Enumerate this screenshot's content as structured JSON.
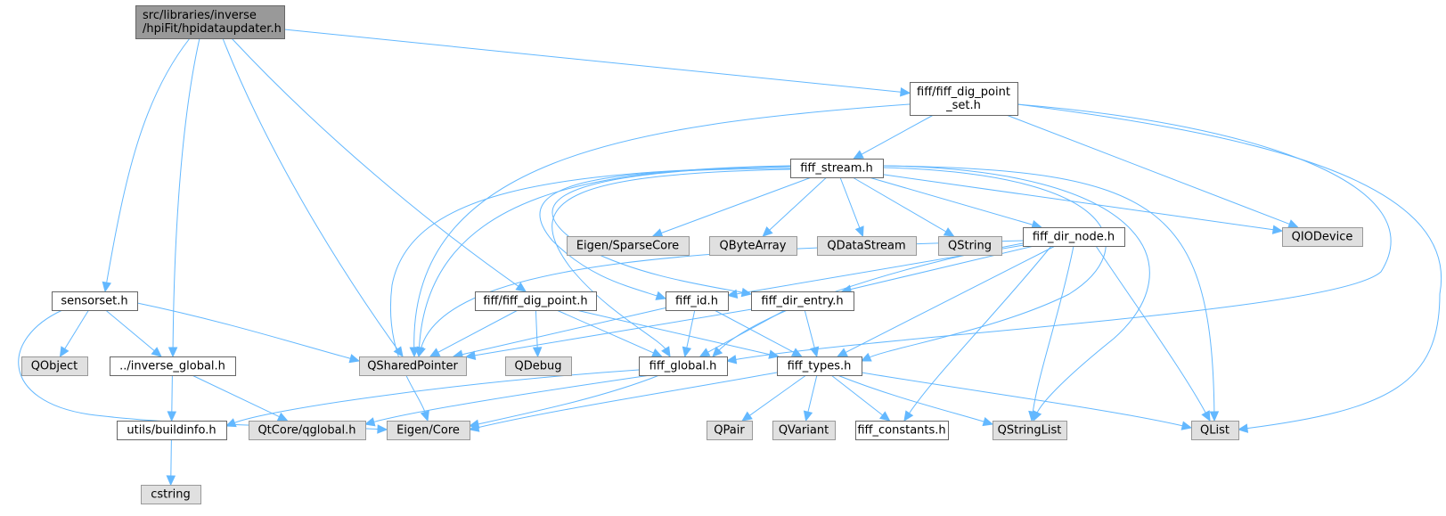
{
  "diagram": {
    "type": "include-dependency-graph",
    "colors": {
      "edge": "#63b8ff",
      "root_fill": "#999999",
      "root_stroke": "#666666",
      "file_fill": "#ffffff",
      "file_stroke": "#666666",
      "external_fill": "#e0e0e0",
      "external_stroke": "#999999"
    },
    "nodes": [
      {
        "id": "root",
        "lines": [
          "src/libraries/inverse",
          "/hpiFit/hpidataupdater.h"
        ],
        "kind": "root"
      },
      {
        "id": "digpointset",
        "lines": [
          "fiff/fiff_dig_point",
          "_set.h"
        ],
        "kind": "file"
      },
      {
        "id": "stream",
        "lines": [
          "fiff_stream.h"
        ],
        "kind": "file"
      },
      {
        "id": "sparsecore",
        "lines": [
          "Eigen/SparseCore"
        ],
        "kind": "external"
      },
      {
        "id": "qbytearray",
        "lines": [
          "QByteArray"
        ],
        "kind": "external"
      },
      {
        "id": "qdatastream",
        "lines": [
          "QDataStream"
        ],
        "kind": "external"
      },
      {
        "id": "qstring",
        "lines": [
          "QString"
        ],
        "kind": "external"
      },
      {
        "id": "dirnode",
        "lines": [
          "fiff_dir_node.h"
        ],
        "kind": "file"
      },
      {
        "id": "qiodevice",
        "lines": [
          "QIODevice"
        ],
        "kind": "external"
      },
      {
        "id": "sensorset",
        "lines": [
          "sensorset.h"
        ],
        "kind": "file"
      },
      {
        "id": "digpoint",
        "lines": [
          "fiff/fiff_dig_point.h"
        ],
        "kind": "file"
      },
      {
        "id": "fiffid",
        "lines": [
          "fiff_id.h"
        ],
        "kind": "file"
      },
      {
        "id": "direntry",
        "lines": [
          "fiff_dir_entry.h"
        ],
        "kind": "file"
      },
      {
        "id": "qobject",
        "lines": [
          "QObject"
        ],
        "kind": "external"
      },
      {
        "id": "invglobal",
        "lines": [
          "../inverse_global.h"
        ],
        "kind": "file"
      },
      {
        "id": "qsharedpointer",
        "lines": [
          "QSharedPointer"
        ],
        "kind": "external"
      },
      {
        "id": "qdebug",
        "lines": [
          "QDebug"
        ],
        "kind": "external"
      },
      {
        "id": "fiffglobal",
        "lines": [
          "fiff_global.h"
        ],
        "kind": "file"
      },
      {
        "id": "fifftypes",
        "lines": [
          "fiff_types.h"
        ],
        "kind": "file"
      },
      {
        "id": "buildinfo",
        "lines": [
          "utils/buildinfo.h"
        ],
        "kind": "file"
      },
      {
        "id": "qglobal",
        "lines": [
          "QtCore/qglobal.h"
        ],
        "kind": "external"
      },
      {
        "id": "eigencore",
        "lines": [
          "Eigen/Core"
        ],
        "kind": "external"
      },
      {
        "id": "qpair",
        "lines": [
          "QPair"
        ],
        "kind": "external"
      },
      {
        "id": "qvariant",
        "lines": [
          "QVariant"
        ],
        "kind": "external"
      },
      {
        "id": "constants",
        "lines": [
          "fiff_constants.h"
        ],
        "kind": "file"
      },
      {
        "id": "qstringlist",
        "lines": [
          "QStringList"
        ],
        "kind": "external"
      },
      {
        "id": "qlist",
        "lines": [
          "QList"
        ],
        "kind": "external"
      },
      {
        "id": "cstring",
        "lines": [
          "cstring"
        ],
        "kind": "external"
      }
    ],
    "edges": [
      [
        "root",
        "digpointset"
      ],
      [
        "root",
        "sensorset"
      ],
      [
        "root",
        "invglobal"
      ],
      [
        "root",
        "qsharedpointer"
      ],
      [
        "root",
        "digpoint"
      ],
      [
        "digpointset",
        "stream"
      ],
      [
        "digpointset",
        "qsharedpointer"
      ],
      [
        "digpointset",
        "qiodevice"
      ],
      [
        "digpointset",
        "fiffglobal"
      ],
      [
        "digpointset",
        "qlist"
      ],
      [
        "stream",
        "sparsecore"
      ],
      [
        "stream",
        "qbytearray"
      ],
      [
        "stream",
        "qdatastream"
      ],
      [
        "stream",
        "qstring"
      ],
      [
        "stream",
        "dirnode"
      ],
      [
        "stream",
        "qiodevice"
      ],
      [
        "stream",
        "fiffid"
      ],
      [
        "stream",
        "direntry"
      ],
      [
        "stream",
        "qsharedpointer"
      ],
      [
        "stream",
        "fiffglobal"
      ],
      [
        "stream",
        "fifftypes"
      ],
      [
        "stream",
        "eigencore"
      ],
      [
        "stream",
        "qstringlist"
      ],
      [
        "stream",
        "qlist"
      ],
      [
        "dirnode",
        "fiffid"
      ],
      [
        "dirnode",
        "direntry"
      ],
      [
        "dirnode",
        "qsharedpointer"
      ],
      [
        "dirnode",
        "fiffglobal"
      ],
      [
        "dirnode",
        "fifftypes"
      ],
      [
        "dirnode",
        "constants"
      ],
      [
        "dirnode",
        "qstringlist"
      ],
      [
        "dirnode",
        "qlist"
      ],
      [
        "sensorset",
        "qobject"
      ],
      [
        "sensorset",
        "invglobal"
      ],
      [
        "sensorset",
        "qsharedpointer"
      ],
      [
        "sensorset",
        "eigencore"
      ],
      [
        "digpoint",
        "qsharedpointer"
      ],
      [
        "digpoint",
        "qdebug"
      ],
      [
        "digpoint",
        "fiffglobal"
      ],
      [
        "digpoint",
        "fifftypes"
      ],
      [
        "fiffid",
        "qsharedpointer"
      ],
      [
        "fiffid",
        "fiffglobal"
      ],
      [
        "fiffid",
        "fifftypes"
      ],
      [
        "direntry",
        "qsharedpointer"
      ],
      [
        "direntry",
        "fiffglobal"
      ],
      [
        "direntry",
        "fifftypes"
      ],
      [
        "invglobal",
        "buildinfo"
      ],
      [
        "invglobal",
        "qglobal"
      ],
      [
        "fiffglobal",
        "buildinfo"
      ],
      [
        "fiffglobal",
        "qglobal"
      ],
      [
        "fiffglobal",
        "eigencore"
      ],
      [
        "fifftypes",
        "eigencore"
      ],
      [
        "fifftypes",
        "qpair"
      ],
      [
        "fifftypes",
        "qvariant"
      ],
      [
        "fifftypes",
        "constants"
      ],
      [
        "fifftypes",
        "qstringlist"
      ],
      [
        "fifftypes",
        "qlist"
      ],
      [
        "buildinfo",
        "cstring"
      ]
    ]
  }
}
